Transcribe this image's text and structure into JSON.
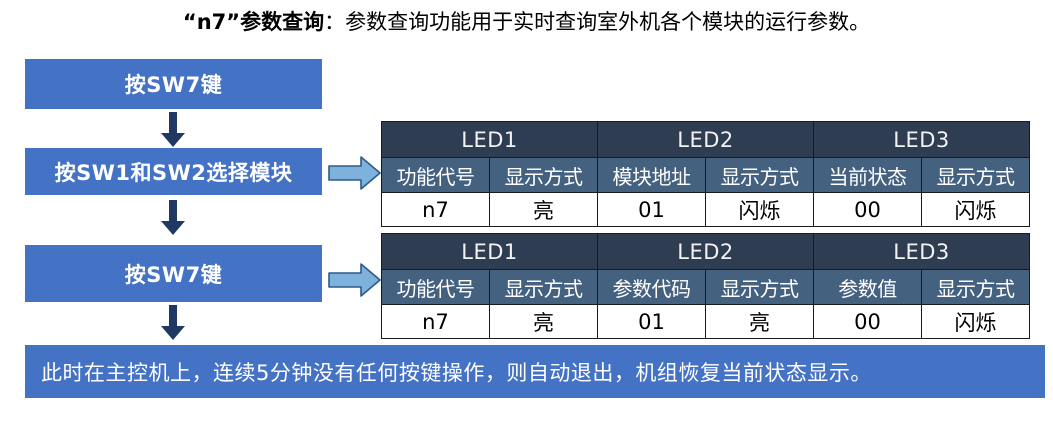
{
  "title": {
    "strong": "“n7”参数查询",
    "rest": "：参数查询功能用于实时查询室外机各个模块的运行参数。"
  },
  "flow": {
    "steps": [
      {
        "id": "press-sw7-first",
        "label": "按SW7键"
      },
      {
        "id": "press-sw1-sw2-select-module",
        "label": "按SW1和SW2选择模块"
      },
      {
        "id": "press-sw7-second",
        "label": "按SW7键"
      }
    ],
    "note": "此时在主控机上，连续5分钟没有任何按键操作，则自动退出，机组恢复当前状态显示。"
  },
  "arrows": {
    "down_icon": "arrow-down-icon",
    "right_icon": "arrow-right-icon",
    "down_color": "#1F3864",
    "right_fill": "#7EB1DC",
    "right_stroke": "#2E5B88"
  },
  "colors": {
    "box_blue": "#4472C4",
    "table_header_dark": "#2E3D52",
    "table_subheader": "#44617F",
    "text_white": "#FFFFFF",
    "text_black": "#000000"
  },
  "tables": [
    {
      "id": "led-table-module-query",
      "led_headers": [
        "LED1",
        "LED2",
        "LED3"
      ],
      "sub_headers": [
        "功能代号",
        "显示方式",
        "模块地址",
        "显示方式",
        "当前状态",
        "显示方式"
      ],
      "values": [
        "n7",
        "亮",
        "01",
        "闪烁",
        "00",
        "闪烁"
      ]
    },
    {
      "id": "led-table-parameter-query",
      "led_headers": [
        "LED1",
        "LED2",
        "LED3"
      ],
      "sub_headers": [
        "功能代号",
        "显示方式",
        "参数代码",
        "显示方式",
        "参数值",
        "显示方式"
      ],
      "values": [
        "n7",
        "亮",
        "01",
        "亮",
        "00",
        "闪烁"
      ]
    }
  ]
}
